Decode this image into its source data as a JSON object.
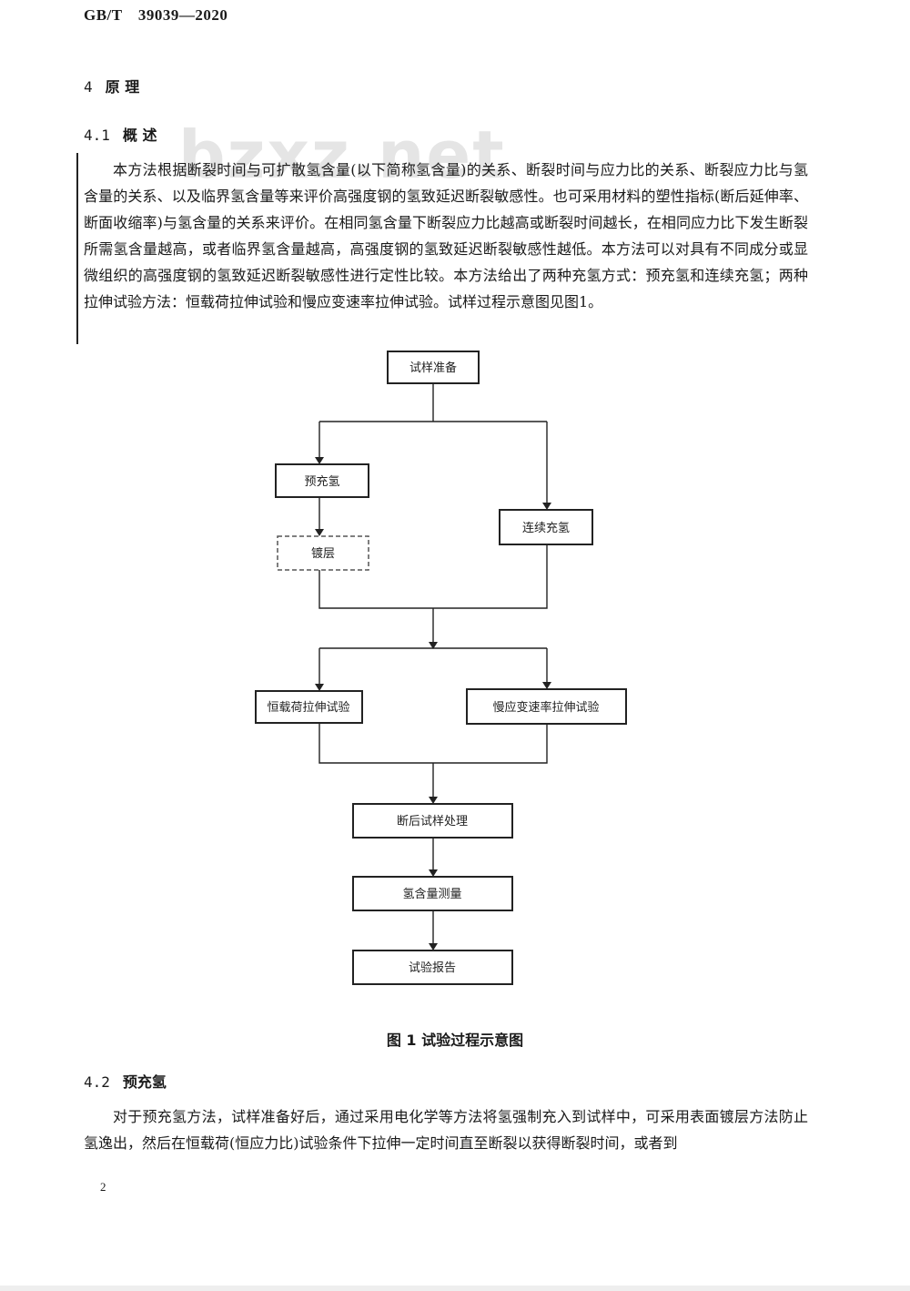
{
  "header": {
    "standard_code": "GB/T　39039—2020"
  },
  "watermark": "bzxz.net",
  "section4": {
    "number": "4",
    "title": "原  理"
  },
  "section41": {
    "number": "4.1",
    "title": "概 述",
    "paragraph": "本方法根据断裂时间与可扩散氢含量(以下简称氢含量)的关系、断裂时间与应力比的关系、断裂应力比与氢含量的关系、以及临界氢含量等来评价高强度钢的氢致延迟断裂敏感性。也可采用材料的塑性指标(断后延伸率、断面收缩率)与氢含量的关系来评价。在相同氢含量下断裂应力比越高或断裂时间越长，在相同应力比下发生断裂所需氢含量越高，或者临界氢含量越高，高强度钢的氢致延迟断裂敏感性越低。本方法可以对具有不同成分或显微组织的高强度钢的氢致延迟断裂敏感性进行定性比较。本方法给出了两种充氢方式：预充氢和连续充氢；两种拉伸试验方法：恒载荷拉伸试验和慢应变速率拉伸试验。试样过程示意图见图1。"
  },
  "flowchart": {
    "nodes": {
      "specimen_prep": "试样准备",
      "pre_charging": "预充氢",
      "coating": "镀层",
      "continuous_charging": "连续充氢",
      "constant_load": "恒载荷拉伸试验",
      "slow_strain": "慢应变速率拉伸试验",
      "post_fracture": "断后试样处理",
      "hydrogen_measure": "氢含量测量",
      "report": "试验报告"
    }
  },
  "figure_caption": "图  1   试验过程示意图",
  "section42": {
    "number": "4.2",
    "title": "预充氢",
    "paragraph": "对于预充氢方法，试样准备好后，通过采用电化学等方法将氢强制充入到试样中，可采用表面镀层方法防止氢逸出，然后在恒载荷(恒应力比)试验条件下拉伸一定时间直至断裂以获得断裂时间，或者到"
  },
  "footer": {
    "page_number": "2"
  }
}
